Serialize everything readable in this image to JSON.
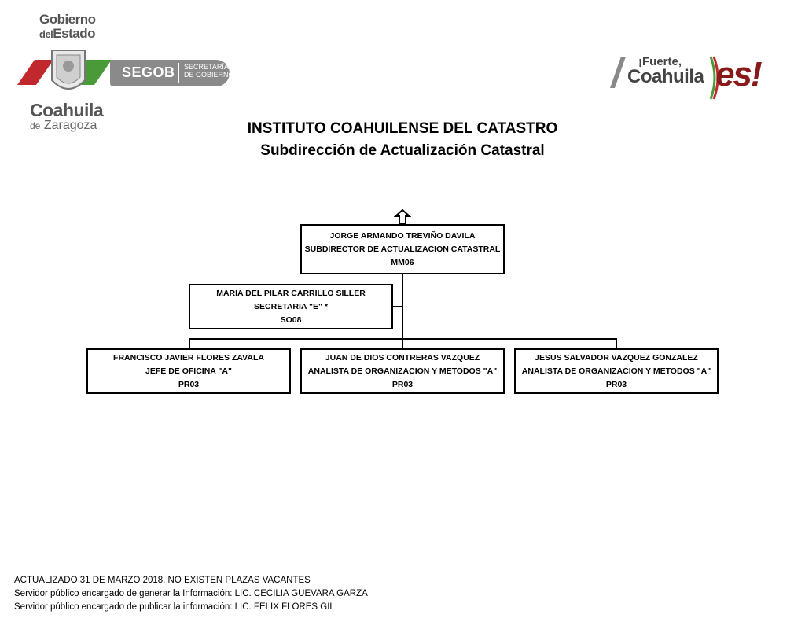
{
  "logos": {
    "left": {
      "line1": "Gobierno",
      "line2_small": "del",
      "line2": "Estado",
      "state": "Coahuila",
      "sub_small": "de",
      "sub": "Zaragoza",
      "segob": "SEGOB",
      "segob_sub1": "SECRETARÍA",
      "segob_sub2": "DE GOBIERNO"
    },
    "right": {
      "line1": "¡Fuerte,",
      "line2": "Coahuila",
      "emphasis": "es!"
    }
  },
  "title": {
    "main": "INSTITUTO COAHUILENSE DEL CATASTRO",
    "sub": "Subdirección de Actualización Catastral"
  },
  "org": {
    "head": {
      "name": "JORGE ARMANDO TREVIÑO DAVILA",
      "role": "SUBDIRECTOR DE ACTUALIZACION CATASTRAL",
      "code": "MM06"
    },
    "assistant": {
      "name": "MARIA DEL PILAR CARRILLO SILLER",
      "role": "SECRETARIA \"E\" *",
      "code": "SO08"
    },
    "subordinates": [
      {
        "name": "FRANCISCO JAVIER FLORES ZAVALA",
        "role": "JEFE DE OFICINA \"A\"",
        "code": "PR03"
      },
      {
        "name": "JUAN DE DIOS CONTRERAS VAZQUEZ",
        "role": "ANALISTA DE ORGANIZACION Y METODOS \"A\"",
        "code": "PR03"
      },
      {
        "name": "JESUS SALVADOR VAZQUEZ GONZALEZ",
        "role": "ANALISTA DE ORGANIZACION Y METODOS \"A\"",
        "code": "PR03"
      }
    ]
  },
  "footer": {
    "line1": "ACTUALIZADO  31 DE MARZO 2018.  NO EXISTEN PLAZAS VACANTES",
    "line2": "Servidor público encargado de generar la Información: LIC. CECILIA GUEVARA GARZA",
    "line3": "Servidor público encargado de publicar la información: LIC. FELIX FLORES GIL"
  },
  "colors": {
    "logo_gray": "#555555",
    "segob_gray": "#8a8a8a",
    "red": "#c0282d",
    "green": "#4a9a3a"
  }
}
